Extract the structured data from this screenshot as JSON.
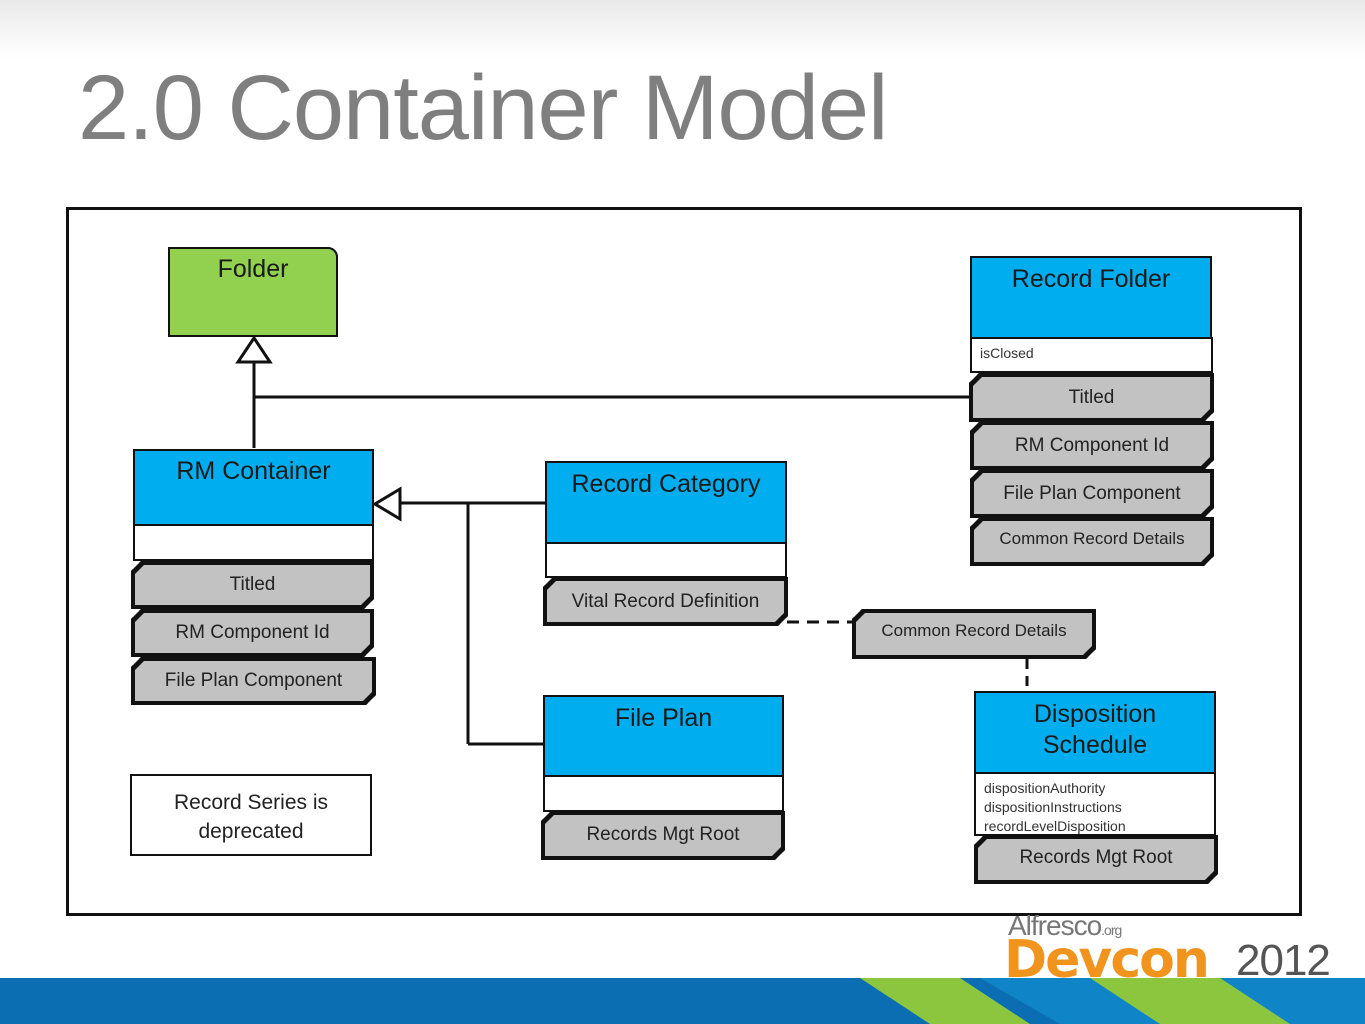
{
  "title": "2.0 Container Model",
  "colors": {
    "head": "#00adef",
    "aspect": "#c2c2c2",
    "folder": "#92d050",
    "footer": "#0b6db2",
    "accent_green": "#8cc63f",
    "logo_orange": "#f0941d"
  },
  "folder": {
    "label": "Folder"
  },
  "rm_container": {
    "label": "RM Container",
    "aspects": [
      "Titled",
      "RM Component Id",
      "File Plan Component"
    ]
  },
  "record_category": {
    "label": "Record Category",
    "aspects": [
      "Vital Record Definition"
    ]
  },
  "file_plan": {
    "label": "File Plan",
    "aspects": [
      "Records Mgt Root"
    ]
  },
  "record_folder": {
    "label": "Record Folder",
    "attributes": [
      "isClosed"
    ],
    "aspects": [
      "Titled",
      "RM Component Id",
      "File Plan Component",
      "Common Record Details"
    ]
  },
  "common_record_details": {
    "label": "Common Record Details"
  },
  "disposition_schedule": {
    "label_line1": "Disposition",
    "label_line2": "Schedule",
    "attributes": [
      "dispositionAuthority",
      "dispositionInstructions",
      "recordLevelDisposition"
    ],
    "aspects": [
      "Records Mgt Root"
    ]
  },
  "note": {
    "line1": "Record Series is",
    "line2": "deprecated"
  },
  "logo": {
    "alfresco": "Alfresco",
    "org": ".org",
    "devcon": "Devcon",
    "year": "2012"
  }
}
